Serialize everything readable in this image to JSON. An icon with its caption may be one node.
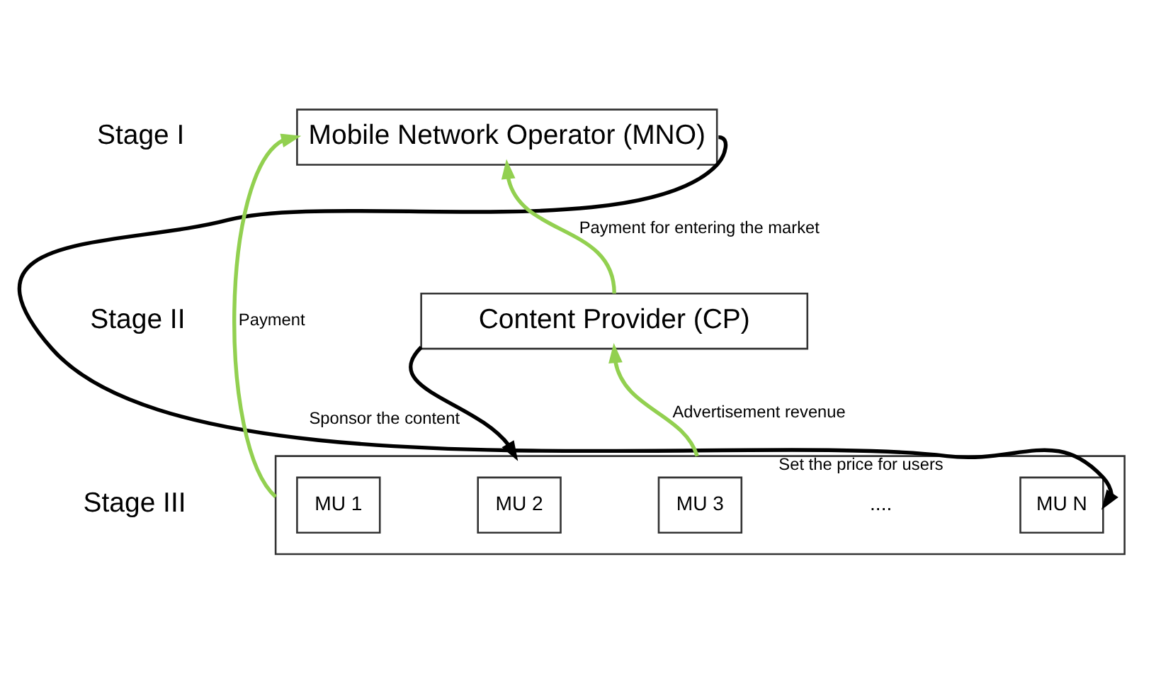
{
  "diagram": {
    "nodes": [
      {
        "text": [
          "Mobile Network Operator (MNO)"
        ]
      },
      {
        "text": [
          "Content Provider (CP)"
        ]
      },
      {
        "text": [],
        "shape": "box"
      },
      {
        "text": [
          "MU 1"
        ],
        "in": 2
      },
      {
        "text": [
          "MU 2"
        ],
        "in": 2
      },
      {
        "text": [
          "MU 3"
        ],
        "in": 2
      },
      {
        "text": [
          "MU N"
        ],
        "in": 2
      }
    ],
    "edges": [
      {
        "from": 1,
        "to": 0,
        "arrow": "to",
        "label": "Payment for entering the market"
      },
      {
        "from": 0,
        "to": 6,
        "arrow": "to",
        "label": "Set the price for users",
        "color": "#000000"
      },
      {
        "from": 1,
        "to": 2,
        "arrow": "to",
        "label": "Sponsor the content",
        "color": "#000000"
      },
      {
        "from": 2,
        "to": 1,
        "arrow": "to",
        "label": "Advertisement revenue"
      },
      {
        "from": 2,
        "to": 0,
        "arrow": "to",
        "label": "Payment"
      }
    ],
    "labels": [
      "Stage I",
      "Stage II",
      "Stage III",
      "...."
    ]
  }
}
